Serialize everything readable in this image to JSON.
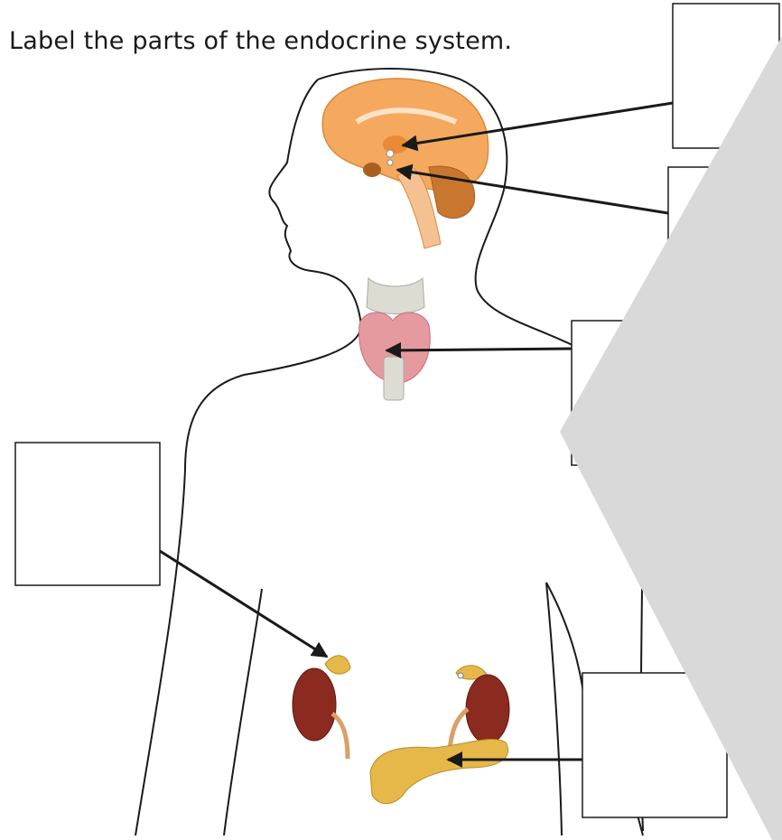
{
  "worksheet": {
    "instruction": "Label the parts of the endocrine system."
  },
  "diagram": {
    "label_boxes": [
      {
        "target": "pineal gland",
        "answer": ""
      },
      {
        "target": "pituitary gland",
        "answer": ""
      },
      {
        "target": "thyroid gland",
        "answer": ""
      },
      {
        "target": "adrenal gland",
        "answer": ""
      },
      {
        "target": "pancreas",
        "answer": ""
      }
    ],
    "colors": {
      "outline": "#1a1a1a",
      "brain": "#f4a95e",
      "thyroid": "#e59aa0",
      "kidney": "#8b2a1f",
      "pancreas": "#e6b84a",
      "overlay": "#d9d9d9"
    }
  }
}
